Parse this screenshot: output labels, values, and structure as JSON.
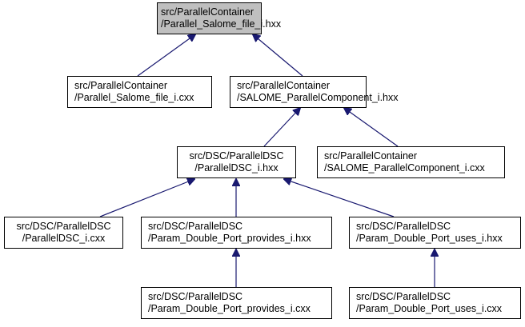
{
  "diagram": {
    "type": "include-dependency-graph",
    "colors": {
      "edge": "#191970",
      "root_fill": "#bfbfbf",
      "node_fill": "#ffffff",
      "border": "#000000"
    },
    "nodes": [
      {
        "id": "n0",
        "line1": "src/ParallelContainer",
        "line2": "/Parallel_Salome_file_i.hxx",
        "root": true
      },
      {
        "id": "n1",
        "line1": "src/ParallelContainer",
        "line2": "/Parallel_Salome_file_i.cxx"
      },
      {
        "id": "n2",
        "line1": "src/ParallelContainer",
        "line2": "/SALOME_ParallelComponent_i.hxx"
      },
      {
        "id": "n3",
        "line1": "src/DSC/ParallelDSC",
        "line2": "/ParallelDSC_i.hxx"
      },
      {
        "id": "n4",
        "line1": "src/ParallelContainer",
        "line2": "/SALOME_ParallelComponent_i.cxx"
      },
      {
        "id": "n5",
        "line1": "src/DSC/ParallelDSC",
        "line2": "/ParallelDSC_i.cxx"
      },
      {
        "id": "n6",
        "line1": "src/DSC/ParallelDSC",
        "line2": "/Param_Double_Port_provides_i.hxx"
      },
      {
        "id": "n7",
        "line1": "src/DSC/ParallelDSC",
        "line2": "/Param_Double_Port_uses_i.hxx"
      },
      {
        "id": "n8",
        "line1": "src/DSC/ParallelDSC",
        "line2": "/Param_Double_Port_provides_i.cxx"
      },
      {
        "id": "n9",
        "line1": "src/DSC/ParallelDSC",
        "line2": "/Param_Double_Port_uses_i.cxx"
      }
    ],
    "edges": [
      {
        "from": "n1",
        "to": "n0"
      },
      {
        "from": "n2",
        "to": "n0"
      },
      {
        "from": "n3",
        "to": "n2"
      },
      {
        "from": "n4",
        "to": "n2"
      },
      {
        "from": "n5",
        "to": "n3"
      },
      {
        "from": "n6",
        "to": "n3"
      },
      {
        "from": "n7",
        "to": "n3"
      },
      {
        "from": "n8",
        "to": "n6"
      },
      {
        "from": "n9",
        "to": "n7"
      }
    ]
  }
}
